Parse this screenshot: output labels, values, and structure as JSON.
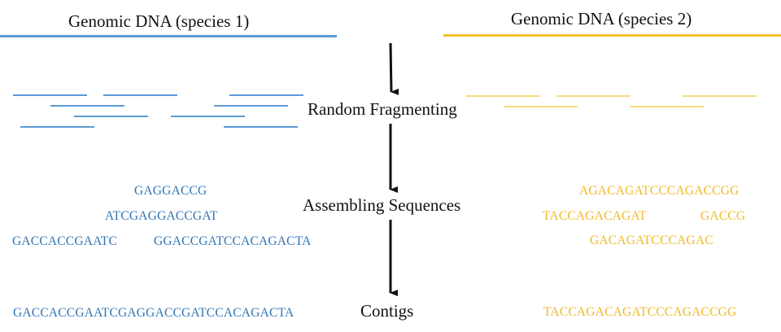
{
  "species1": {
    "title": "Genomic DNA (species 1)",
    "color": "#2f74b5",
    "reads": [
      "GAGGACCG",
      "ATCGAGGACCGAT",
      "GACCACCGAATC",
      "GGACCGATCCACAGACTA"
    ],
    "contig": "GACCACCGAATCGAGGACCGATCCACAGACTA"
  },
  "species2": {
    "title": "Genomic DNA (species 2)",
    "color": "#f2b825",
    "reads": [
      "AGACAGATCCCAGACCGG",
      "TACCAGACAGAT",
      "GACCG",
      "GACAGATCCCAGAC"
    ],
    "contig": "TACCAGACAGATCCCAGACCGG"
  },
  "steps": {
    "fragmenting": "Random Fragmenting",
    "assembling": "Assembling Sequences",
    "contigs": "Contigs"
  }
}
